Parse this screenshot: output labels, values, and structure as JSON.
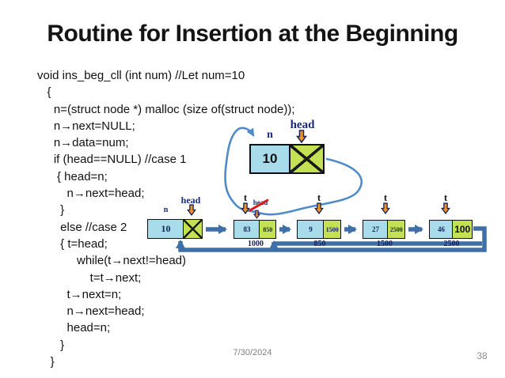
{
  "slide": {
    "title": "Routine for Insertion at the Beginning",
    "date": "7/30/2024",
    "page": "38"
  },
  "code": {
    "lines": [
      "void ins_beg_cll (int num) //Let num=10",
      "   {",
      "     n=(struct node *) malloc (size of(struct node));",
      "     n→next=NULL;",
      "     n→data=num;",
      "     if (head==NULL) //case 1",
      "      { head=n;",
      "         n→next=head;",
      "       }",
      "       else //case 2",
      "       { t=head;",
      "            while(t→next!=head)",
      "                t=t→next;",
      "         t→next=n;",
      "         n→next=head;",
      "         head=n;",
      "       }",
      "    }"
    ]
  },
  "labels": {
    "n": "n",
    "head": "head",
    "t": "t",
    "crossed_head": "head"
  },
  "top_diagram": {
    "node": {
      "data": "10",
      "next_icon": "crossed-cell"
    }
  },
  "list": {
    "nodes": [
      {
        "data": "10",
        "next": "",
        "addr": ""
      },
      {
        "data": "83",
        "next": "850",
        "addr": "1000"
      },
      {
        "data": "9",
        "next": "1500",
        "addr": "850"
      },
      {
        "data": "27",
        "next": "2500",
        "addr": "1500"
      },
      {
        "data": "46",
        "next": "100",
        "addr": "2500"
      }
    ]
  },
  "colors": {
    "data_cell_fill": "#a9dcea",
    "next_cell_fill": "#c3e152",
    "connector_blue": "#3e6fa8",
    "pen_blue": "#4f8bc9",
    "pointer_orange": "#f0922c",
    "label_navy": "#16225c",
    "cross_red": "#dd1414",
    "title_color": "#141414"
  }
}
